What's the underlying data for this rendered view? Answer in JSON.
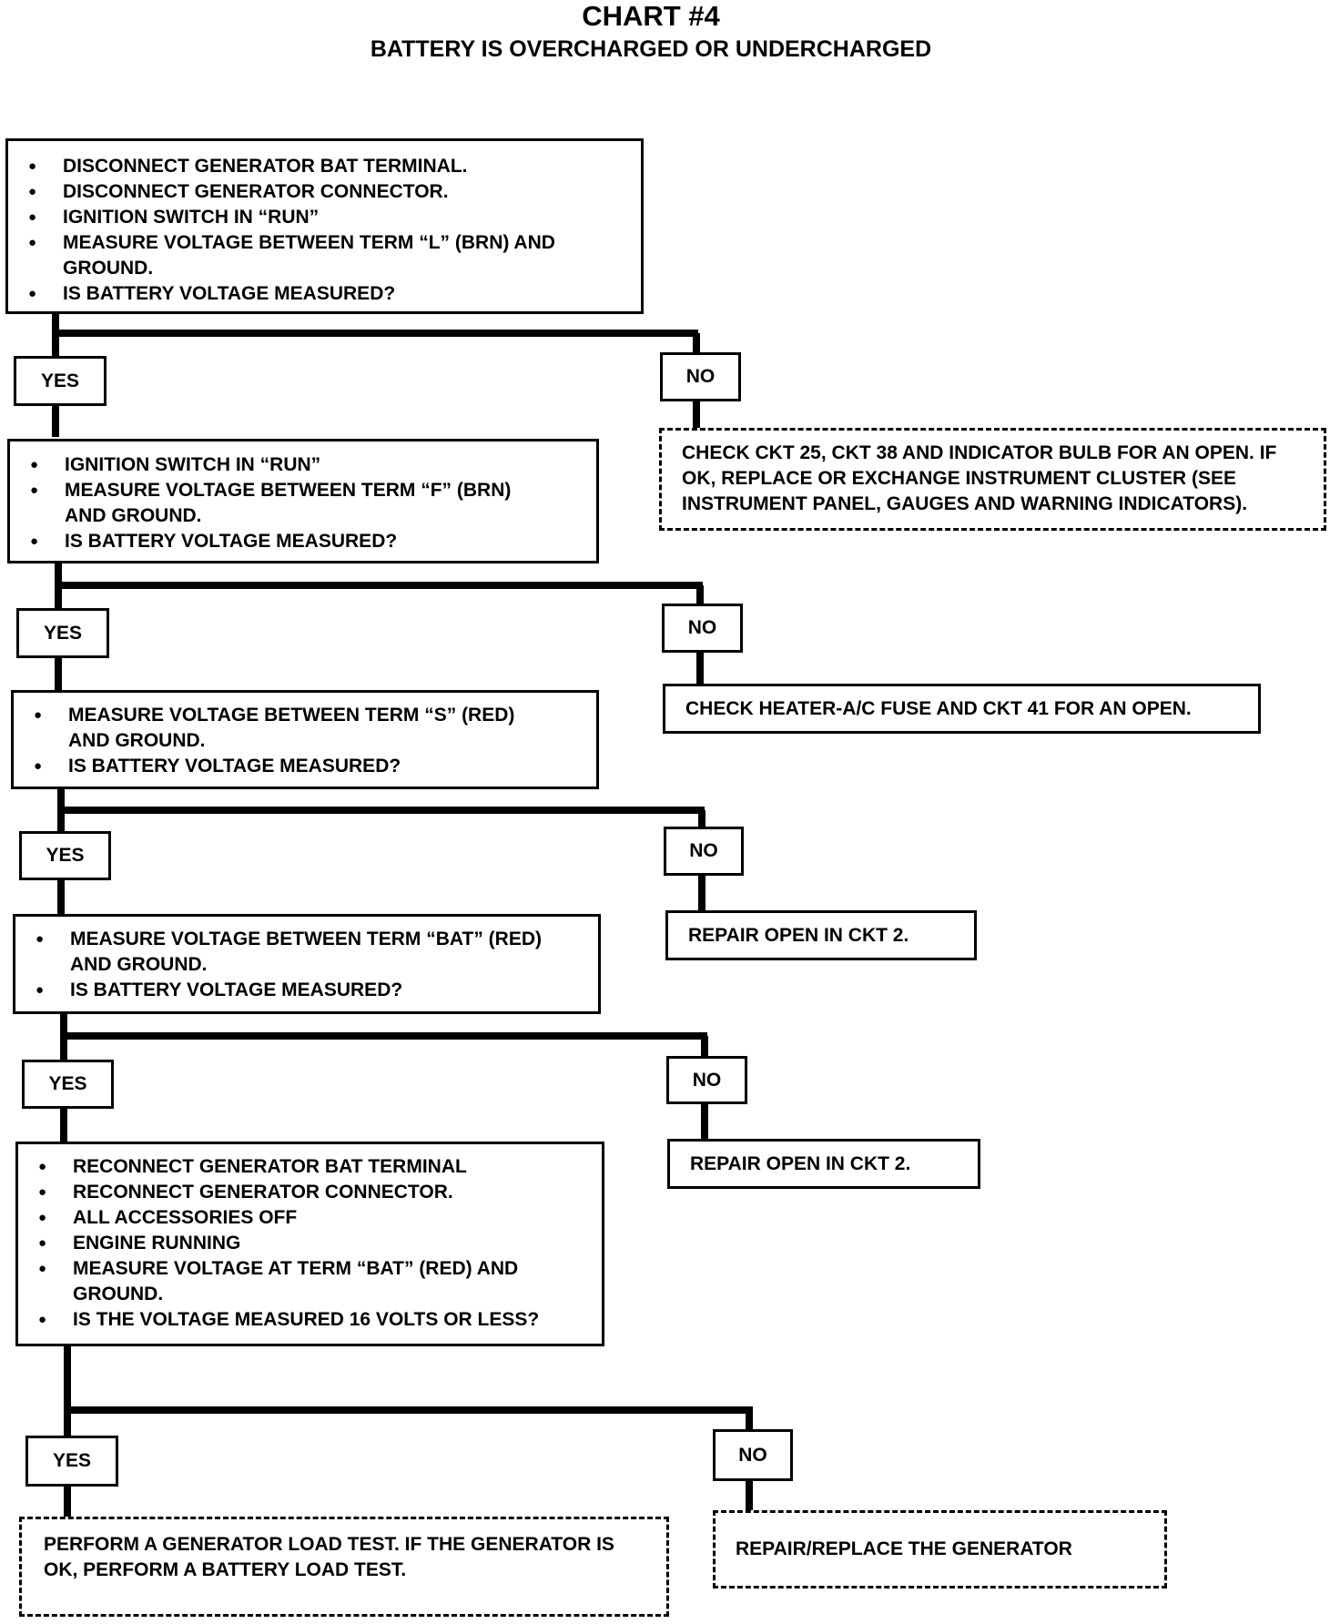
{
  "title": "CHART #4",
  "subtitle": "BATTERY IS OVERCHARGED OR UNDERCHARGED",
  "labels": {
    "yes": "YES",
    "no": "NO"
  },
  "steps": [
    {
      "items": [
        "DISCONNECT GENERATOR BAT TERMINAL.",
        "DISCONNECT GENERATOR CONNECTOR.",
        "IGNITION SWITCH IN “RUN”",
        "MEASURE VOLTAGE BETWEEN TERM “L” (BRN) AND GROUND.",
        "IS BATTERY VOLTAGE MEASURED?"
      ]
    },
    {
      "items": [
        "IGNITION SWITCH IN “RUN”",
        "MEASURE VOLTAGE BETWEEN TERM “F” (BRN) AND GROUND.",
        "IS BATTERY VOLTAGE MEASURED?"
      ]
    },
    {
      "items": [
        "MEASURE VOLTAGE BETWEEN TERM “S” (RED) AND GROUND.",
        "IS BATTERY VOLTAGE MEASURED?"
      ]
    },
    {
      "items": [
        "MEASURE VOLTAGE BETWEEN TERM “BAT” (RED) AND GROUND.",
        "IS BATTERY VOLTAGE MEASURED?"
      ]
    },
    {
      "items": [
        "RECONNECT GENERATOR BAT TERMINAL",
        "RECONNECT GENERATOR CONNECTOR.",
        "ALL ACCESSORIES OFF",
        "ENGINE RUNNING",
        "MEASURE VOLTAGE AT TERM “BAT” (RED) AND GROUND.",
        "IS THE VOLTAGE MEASURED 16 VOLTS OR LESS?"
      ]
    }
  ],
  "outcomes": {
    "no1": "CHECK CKT 25, CKT 38 AND INDICATOR BULB FOR AN OPEN. IF OK, REPLACE OR EXCHANGE INSTRUMENT CLUSTER (SEE INSTRUMENT PANEL, GAUGES AND WARNING INDICATORS).",
    "no2": "CHECK HEATER-A/C FUSE AND CKT 41 FOR AN OPEN.",
    "no3": "REPAIR OPEN IN CKT 2.",
    "no4": "REPAIR OPEN IN CKT 2.",
    "yes5": "PERFORM A GENERATOR LOAD TEST. IF THE GENERATOR IS OK, PERFORM A BATTERY LOAD TEST.",
    "no5": "REPAIR/REPLACE THE GENERATOR"
  }
}
